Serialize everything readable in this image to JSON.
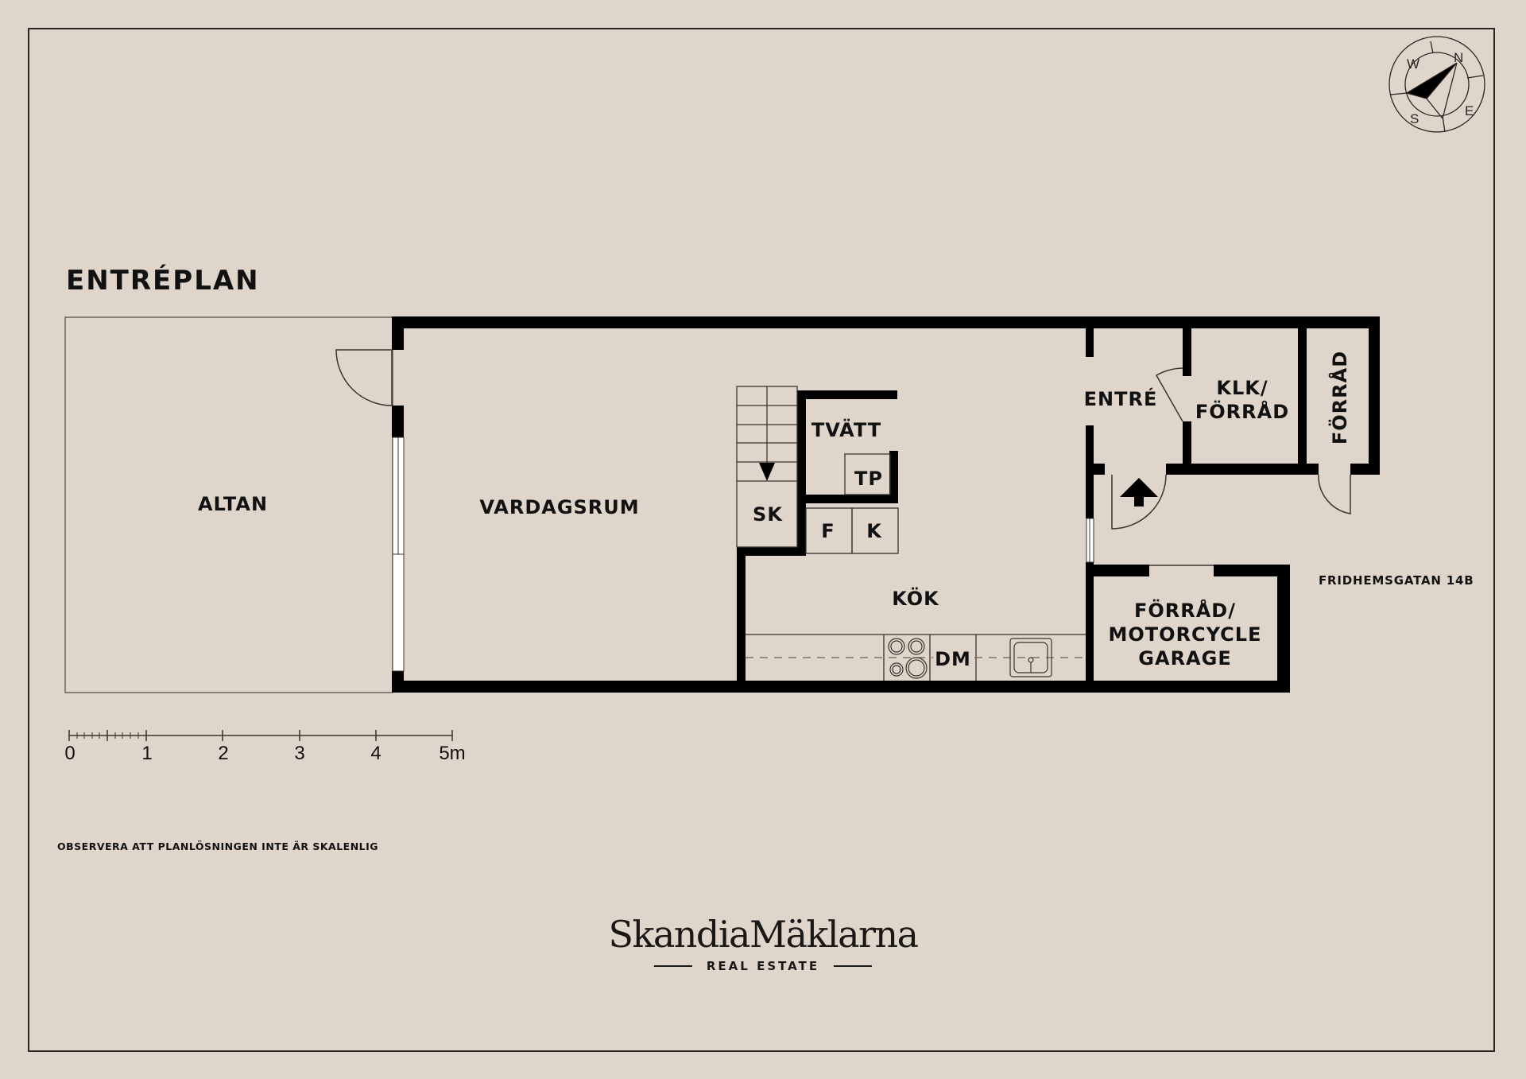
{
  "plan": {
    "title": "ENTRÉPLAN",
    "address": "FRIDHEMSGATAN 14B",
    "note": "OBSERVERA ATT PLANLÖSNINGEN INTE ÄR SKALENLIG"
  },
  "rooms": {
    "altan": "ALTAN",
    "vardagsrum": "VARDAGSRUM",
    "tvatt": "TVÄTT",
    "tp": "TP",
    "sk": "SK",
    "f": "F",
    "k": "K",
    "kok": "KÖK",
    "dm": "DM",
    "entre": "ENTRÉ",
    "klk_line1": "KLK/",
    "klk_line2": "FÖRRÅD",
    "forrad": "FÖRRÅD",
    "garage_line1": "FÖRRÅD/",
    "garage_line2": "MOTORCYCLE",
    "garage_line3": "GARAGE"
  },
  "scale_bar": {
    "ticks": [
      "0",
      "1",
      "2",
      "3",
      "4",
      "5m"
    ],
    "unit": "m"
  },
  "compass": {
    "labels": {
      "n": "N",
      "e": "E",
      "s": "S",
      "w": "W"
    },
    "icon": "compass-rose-icon"
  },
  "brand": {
    "name": "SkandiaMäklarna",
    "tagline": "REAL ESTATE"
  },
  "colors": {
    "background": "#e0d5ca",
    "wall": "#000000",
    "line": "#3a332d",
    "window": "#ffffff"
  }
}
